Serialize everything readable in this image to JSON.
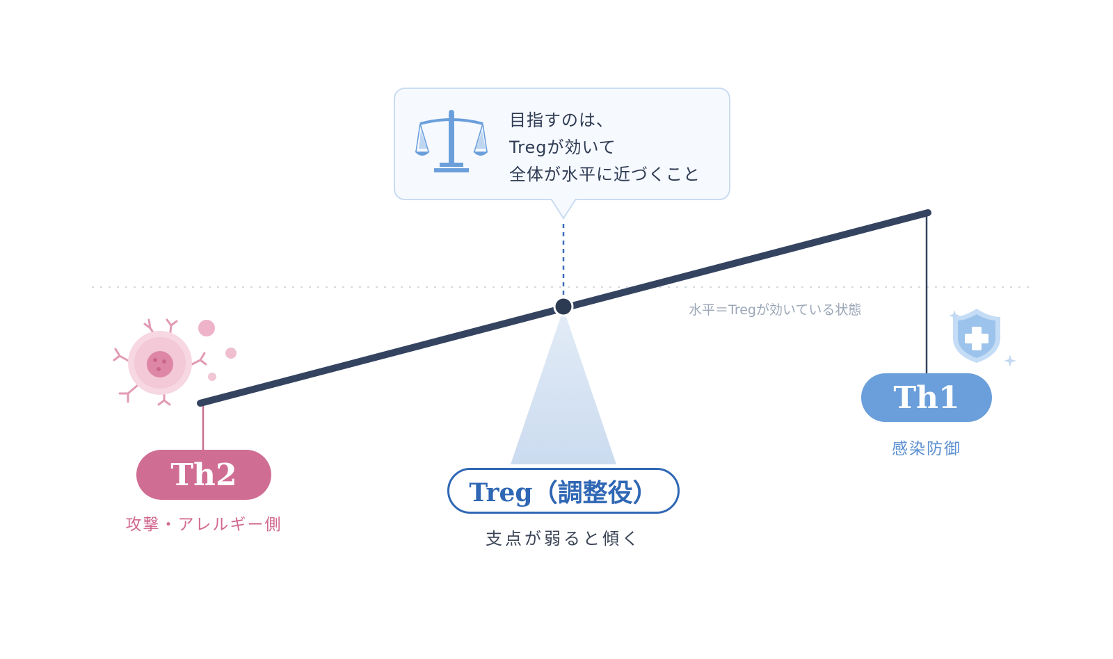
{
  "callout": {
    "lines": [
      "目指すのは、",
      "Tregが効いて",
      "全体が水平に近づくこと"
    ]
  },
  "level_label": "水平＝Tregが効いている状態",
  "th2": {
    "label": "Th2",
    "subtitle": "攻撃・アレルギー側"
  },
  "th1": {
    "label": "Th1",
    "subtitle": "感染防御"
  },
  "treg": {
    "label": "Treg（調整役）",
    "subtitle": "支点が弱ると傾く"
  },
  "colors": {
    "beam": "#34435f",
    "th2": "#d06d92",
    "th1": "#6a9fdb",
    "treg": "#2f67b4",
    "fulcrum": "#d1dff0",
    "callout_border": "#c9dcf1"
  },
  "icons": [
    "balance-scale-icon",
    "virus-cell-icon",
    "shield-cross-icon"
  ]
}
